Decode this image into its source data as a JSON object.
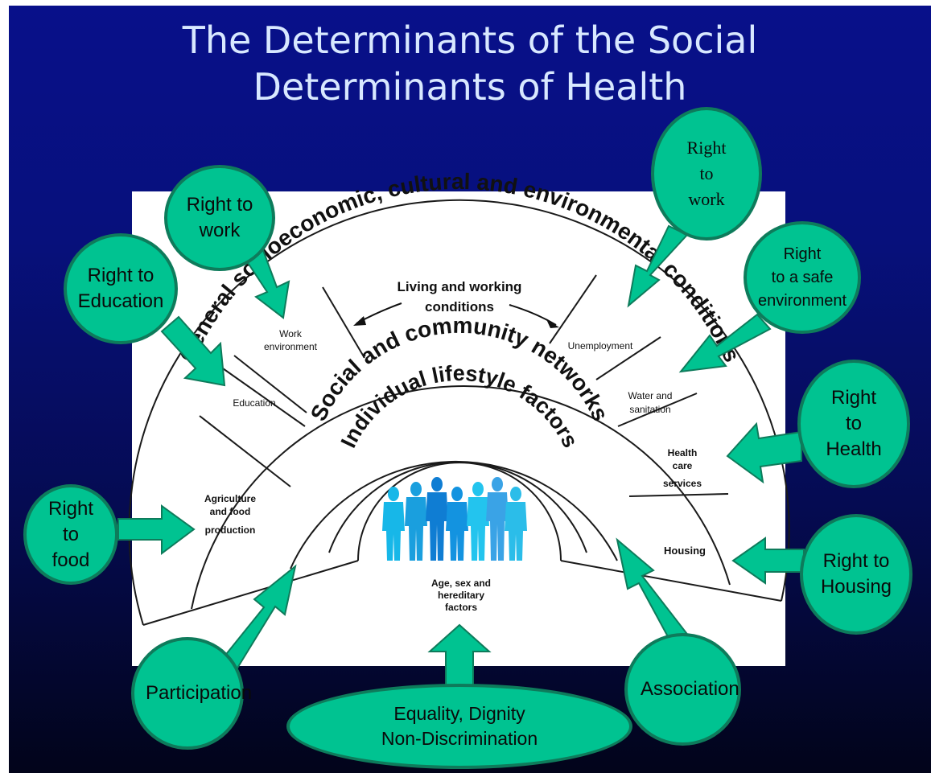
{
  "slide": {
    "title_line1": "The Determinants of the Social",
    "title_line2": "Determinants of  Health"
  },
  "diagram": {
    "outer_ring": "General socioeconomic, cultural and environmental conditions",
    "social_ring": "Social and community networks",
    "individual_ring": "Individual lifestyle factors",
    "living_conditions_l1": "Living and working",
    "living_conditions_l2": "conditions",
    "core_l1": "Age, sex and",
    "core_l2": "hereditary",
    "core_l3": "factors",
    "sectors": {
      "work_l1": "Work",
      "work_l2": "environment",
      "education": "Education",
      "agriculture_l1": "Agriculture",
      "agriculture_l2": "and food",
      "agriculture_l3": "production",
      "unemployment": "Unemployment",
      "water_l1": "Water and",
      "water_l2": "sanitation",
      "health_l1": "Health",
      "health_l2": "care",
      "health_l3": "services",
      "housing": "Housing"
    }
  },
  "bubbles": {
    "right_to_work_left": "Right to\nwork",
    "right_to_education": "Right to\nEducation",
    "right_to_food": "Right\nto\nfood",
    "participation": "Participation",
    "equality": "Equality, Dignity\nNon-Discrimination",
    "association": "Association",
    "right_to_housing": "Right to\nHousing",
    "right_to_health": "Right\nto\nHealth",
    "right_to_safe_environment": "Right\nto a safe\nenvironment",
    "right_to_work_right": "Right\nto\nwork"
  },
  "colors": {
    "bubble_fill": "#00c391",
    "bubble_border": "#0e7b5b",
    "title": "#d8e8ff",
    "person_blues": [
      "#17b7e8",
      "#1a9fde",
      "#0f7dd3",
      "#1393e0",
      "#23c4ee",
      "#3aa3e6",
      "#2bbde9"
    ]
  }
}
